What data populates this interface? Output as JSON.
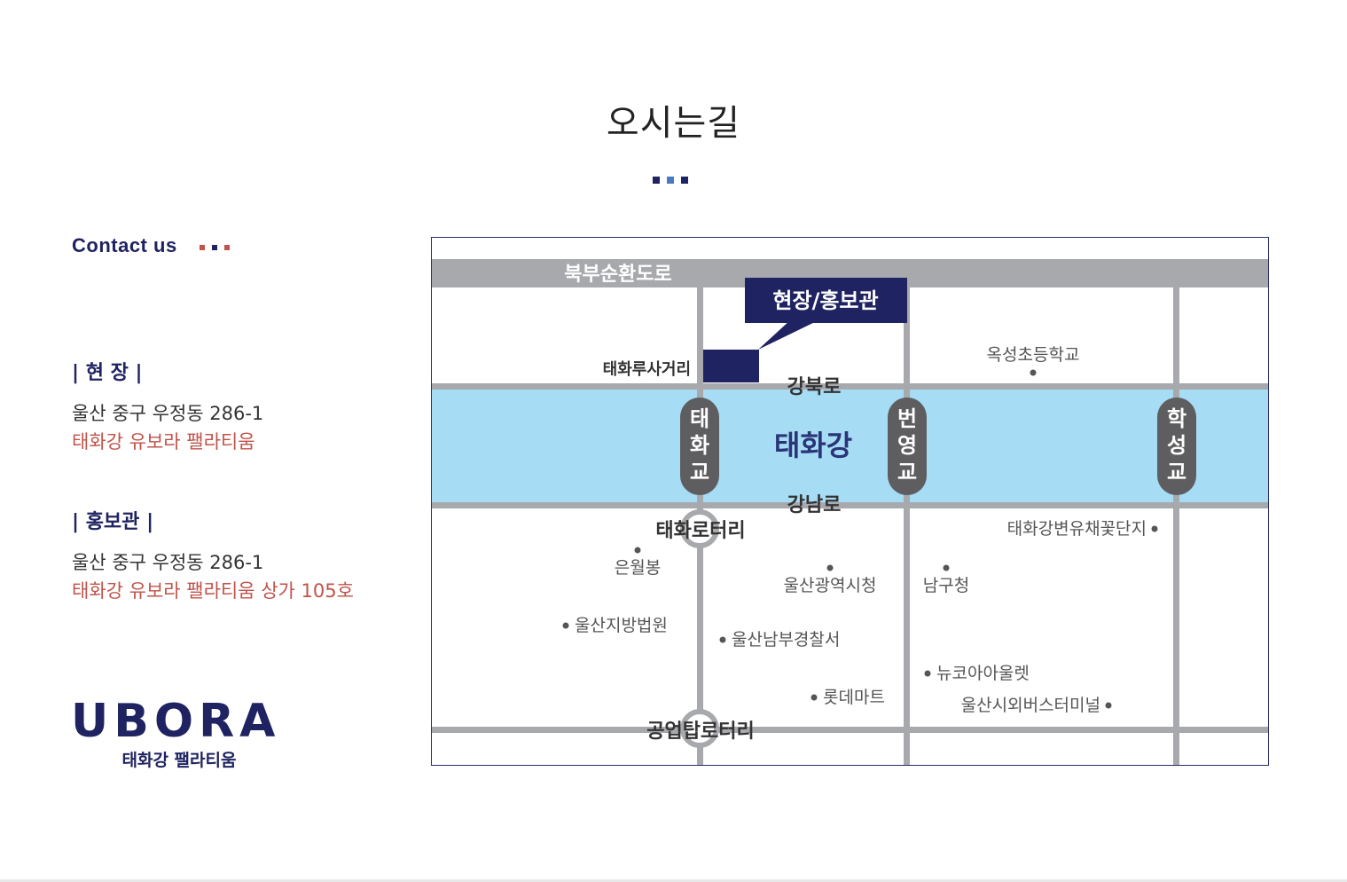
{
  "page": {
    "title": "오시는길",
    "dots_colors": [
      "#1f2361",
      "#4a7ac4",
      "#1f2361"
    ]
  },
  "contact": {
    "title": "Contact us",
    "title_color": "#1f2361",
    "dots_colors": [
      "#c0534a",
      "#1f2361",
      "#c0534a"
    ]
  },
  "locations": [
    {
      "heading": "| 현 장 |",
      "address": "울산 중구 우정동 286-1",
      "name": "태화강 유보라 팰라티움"
    },
    {
      "heading": "| 홍보관 |",
      "address": "울산 중구 우정동 286-1",
      "name": "태화강 유보라 팰라티움 상가 105호"
    }
  ],
  "colors": {
    "navy": "#1f2361",
    "accent_red": "#c0534a",
    "river": "#a7dcf5",
    "road": "#a8a9ad",
    "bridge": "#5e5e60"
  },
  "logo": {
    "wordmark": "UBORA",
    "subtitle": "태화강 팰라티움"
  },
  "map": {
    "roads": {
      "north": "북부순환도로",
      "gangbuk": "강북로",
      "gangnam": "강남로"
    },
    "river": "태화강",
    "callout": "현장/홍보관",
    "bridges": [
      "태화교",
      "번영교",
      "학성교"
    ],
    "rotaries": [
      "태화로터리",
      "공업탑로터리"
    ],
    "places": {
      "taehwaru": "태화루사거리",
      "okseong": "옥성초등학교",
      "eunwol": "은월봉",
      "ulsan_city": "울산광역시청",
      "namgu": "남구청",
      "ulsan_court": "울산지방법원",
      "nambu_police": "울산남부경찰서",
      "lotte": "롯데마트",
      "newcore": "뉴코아아울렛",
      "bus_terminal": "울산시외버스터미널",
      "flower_field": "태화강변유채꽃단지"
    }
  }
}
